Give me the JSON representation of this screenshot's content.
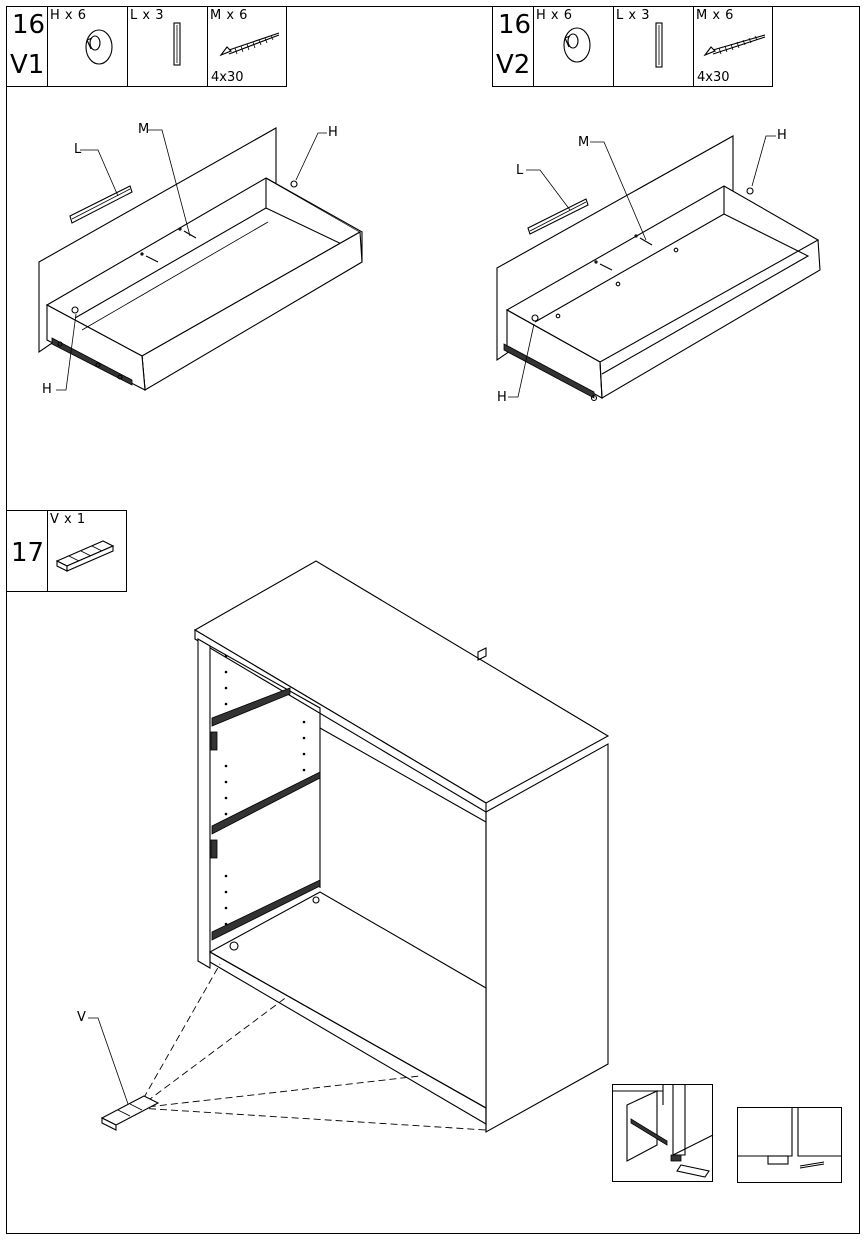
{
  "steps": [
    {
      "number": "16",
      "variant": "V1",
      "parts": [
        {
          "qty": "H x 6",
          "icon": "cam-dowel-icon"
        },
        {
          "qty": "L x 3",
          "icon": "rail-strip-icon"
        },
        {
          "qty": "M x 6",
          "icon": "screw-icon",
          "size": "4x30"
        }
      ],
      "callouts": {
        "L": "L",
        "M": "M",
        "H_top": "H",
        "H_bottom": "H"
      }
    },
    {
      "number": "16",
      "variant": "V2",
      "parts": [
        {
          "qty": "H x 6",
          "icon": "cam-dowel-icon"
        },
        {
          "qty": "L x 3",
          "icon": "rail-strip-icon"
        },
        {
          "qty": "M x 6",
          "icon": "screw-icon",
          "size": "4x30"
        }
      ],
      "callouts": {
        "L": "L",
        "M": "M",
        "H_top": "H",
        "H_bottom": "H"
      }
    },
    {
      "number": "17",
      "parts": [
        {
          "qty": "V x 1",
          "icon": "shim-strip-icon"
        }
      ],
      "callouts": {
        "V": "V"
      }
    }
  ]
}
